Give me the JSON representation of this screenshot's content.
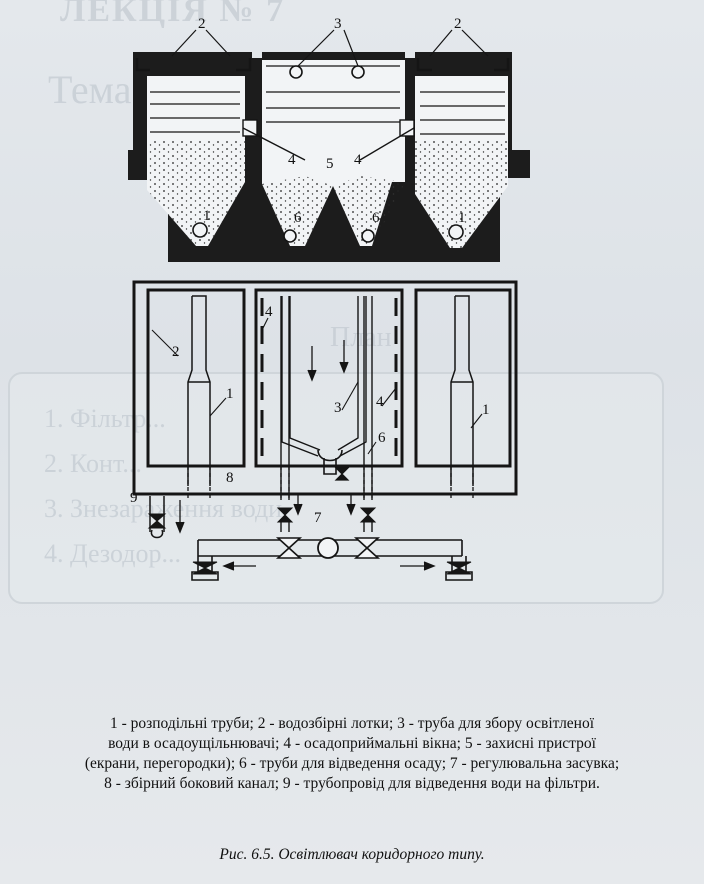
{
  "background_slide": {
    "title": "ЛЕКЦІЯ № 7",
    "theme_line1": "Тема: ....... ........ ..........",
    "theme_line2": "....... ...",
    "plan_heading": "План",
    "plan_items": [
      "1. Фільтр...",
      "2. Конт...",
      "3. Знезараження води",
      "4. Дезодор..."
    ]
  },
  "labels": {
    "n1": "1",
    "n2": "2",
    "n3": "3",
    "n4": "4",
    "n5": "5",
    "n6": "6",
    "n7": "7",
    "n8": "8",
    "n9": "9"
  },
  "legend": {
    "line1": "1 - розподільні труби; 2 - водозбірні лотки; 3 - труба для збору освітленої",
    "line2": "води в осадоущільнювачі; 4 - осадоприймальні вікна; 5 - захисні пристрої",
    "line3": "(екрани, перегородки); 6 - труби для відведення осаду; 7 - регулювальна засувка;",
    "line4": "8 - збірний боковий канал; 9 - трубопровід для відведення води на фільтри."
  },
  "figure_caption": "Рис. 6.5. Освітлювач коридорного типу.",
  "colors": {
    "ink": "#151515",
    "paper": "#dfe4e9"
  }
}
